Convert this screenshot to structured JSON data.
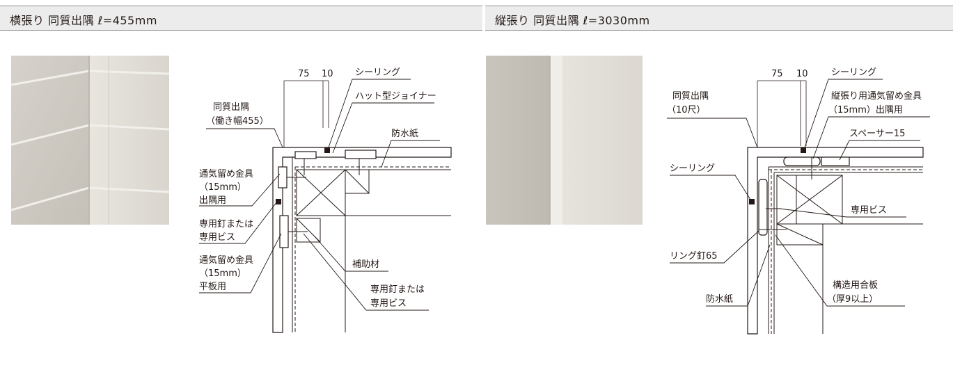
{
  "left": {
    "header_title": "横張り 同質出隅 ℓ=455mm",
    "dims": {
      "d1": "75",
      "d2": "10"
    },
    "labels": {
      "sealing": "シーリング",
      "hat_joiner": "ハット型ジョイナー",
      "corner_line1": "同質出隅",
      "corner_line2": "（働き幅455）",
      "waterproof": "防水紙",
      "bracket_corner_line1": "通気留め金具",
      "bracket_corner_line2": "（15mm）",
      "bracket_corner_line3": "出隅用",
      "nail_line1": "専用釘または",
      "nail_line2": "専用ビス",
      "bracket_flat_line1": "通気留め金具",
      "bracket_flat_line2": "（15mm）",
      "bracket_flat_line3": "平板用",
      "aux": "補助材",
      "nail2_line1": "専用釘または",
      "nail2_line2": "専用ビス"
    }
  },
  "right": {
    "header_title": "縦張り 同質出隅 ℓ=3030mm",
    "dims": {
      "d1": "75",
      "d2": "10"
    },
    "labels": {
      "sealing_top": "シーリング",
      "corner_line1": "同質出隅",
      "corner_line2": "（10尺）",
      "bracket_line1": "縦張り用通気留め金具",
      "bracket_line2": "（15mm）出隅用",
      "spacer": "スペーサー15",
      "sealing_left": "シーリング",
      "screw": "専用ビス",
      "ring_nail": "リング釘65",
      "waterproof": "防水紙",
      "plywood_line1": "構造用合板",
      "plywood_line2": "（厚9以上）"
    }
  },
  "colors": {
    "photo_base": "#cfcbc4",
    "photo_light": "#e4e1db",
    "header_bg": "#ececec",
    "line": "#231815"
  }
}
